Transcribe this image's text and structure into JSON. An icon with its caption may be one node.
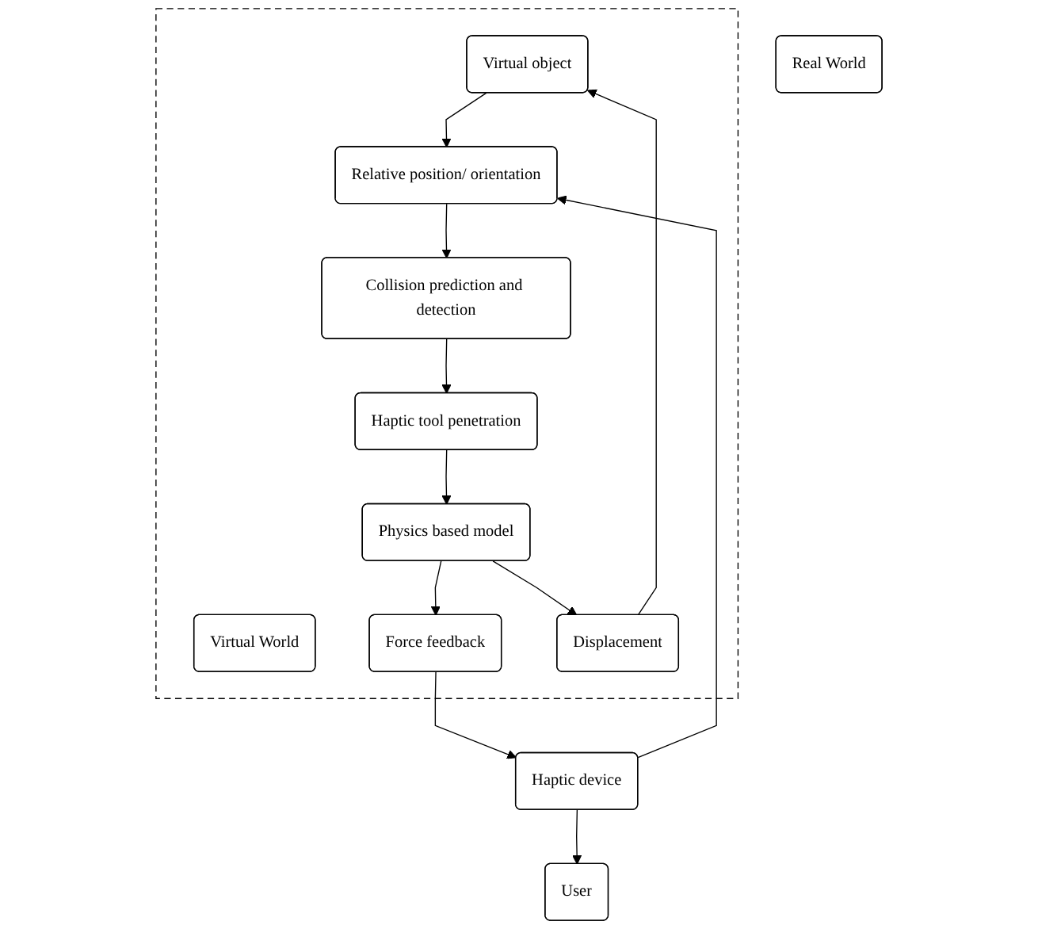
{
  "diagram": {
    "nodes": [
      {
        "text": [
          "Real World"
        ]
      },
      {
        "text": [],
        "shape": "box"
      },
      {
        "text": [
          "Virtual World"
        ],
        "in": 1
      },
      {
        "text": [
          "Virtual object"
        ],
        "in": 1
      },
      {
        "text": [
          "Haptic device"
        ]
      },
      {
        "text": [
          "Relative position/ orientation"
        ],
        "in": 1
      },
      {
        "text": [
          "Collision prediction and detection"
        ],
        "in": 1
      },
      {
        "text": [
          "User"
        ]
      },
      {
        "text": [
          "Haptic tool penetration"
        ],
        "in": 1
      },
      {
        "text": [
          "Physics based model"
        ],
        "in": 1
      },
      {
        "text": [
          "Force feedback"
        ],
        "in": 1
      },
      {
        "text": [
          "Displacement"
        ],
        "in": 1
      }
    ],
    "edges": [
      {
        "from": 3,
        "to": 5,
        "arrow": "to"
      },
      {
        "from": 4,
        "to": 5,
        "arrow": "to"
      },
      {
        "from": 5,
        "to": 6,
        "arrow": "to"
      },
      {
        "from": 6,
        "to": 8,
        "arrow": "to"
      },
      {
        "from": 8,
        "to": 9,
        "arrow": "to"
      },
      {
        "from": 9,
        "to": 10,
        "arrow": "to"
      },
      {
        "from": 9,
        "to": 11,
        "arrow": "to"
      },
      {
        "from": 11,
        "to": 3,
        "arrow": "to"
      },
      {
        "from": 10,
        "to": 4,
        "arrow": "to"
      },
      {
        "from": 4,
        "to": 7,
        "arrow": "to"
      }
    ]
  }
}
